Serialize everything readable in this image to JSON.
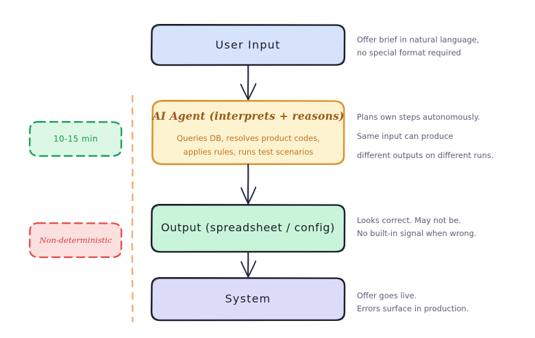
{
  "diagram": {
    "type": "flowchart",
    "orientation": "vertical",
    "nodes": [
      {
        "id": "user-input",
        "title": "User Input",
        "fill": "#d7e3fb",
        "stroke": "#1b1b2b"
      },
      {
        "id": "ai-agent",
        "title": "AI Agent (interprets + reasons)",
        "subtitle_line1": "Queries DB, resolves product codes,",
        "subtitle_line2": "applies rules, runs test scenarios",
        "fill": "#fdf3d0",
        "stroke": "#d9902a"
      },
      {
        "id": "output",
        "title": "Output (spreadsheet / config)",
        "fill": "#c8f5d9",
        "stroke": "#1b1b2b"
      },
      {
        "id": "system",
        "title": "System",
        "fill": "#dcdcf8",
        "stroke": "#1b1b2b"
      }
    ],
    "annotations": [
      {
        "for": "user-input",
        "lines": [
          "Offer brief in natural language,",
          "no special format required"
        ]
      },
      {
        "for": "ai-agent",
        "lines": [
          "Plans own steps autonomously.",
          "Same input can produce",
          "different outputs on different runs."
        ]
      },
      {
        "for": "output",
        "lines": [
          "Looks correct. May not be.",
          "No built-in signal when wrong."
        ]
      },
      {
        "for": "system",
        "lines": [
          "Offer goes live.",
          "Errors surface in production."
        ]
      }
    ],
    "side_tags": [
      {
        "id": "duration-tag",
        "label": "10-15 min",
        "fill": "#ddf7e6",
        "stroke": "#12a04a"
      },
      {
        "id": "nondeterministic-tag",
        "label": "Non-deterministic",
        "fill": "#fbe0e0",
        "stroke": "#e8494a"
      }
    ],
    "divider": {
      "id": "vertical-dashed-divider",
      "color": "#e7b172"
    },
    "arrow_color": "#23253a"
  }
}
